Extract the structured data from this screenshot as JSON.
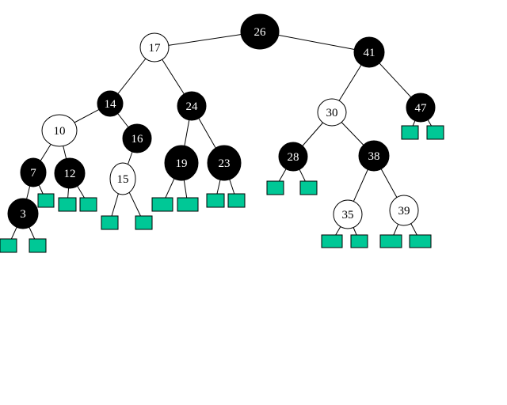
{
  "colors": {
    "black_node": "#000000",
    "red_node": "#ffffff",
    "nil_leaf": "#00c896",
    "edge": "#000000",
    "background": "#ffffff"
  },
  "nodes": [
    {
      "id": "n26",
      "key": "26",
      "color": "black"
    },
    {
      "id": "n17",
      "key": "17",
      "color": "red"
    },
    {
      "id": "n41",
      "key": "41",
      "color": "black"
    },
    {
      "id": "n14",
      "key": "14",
      "color": "black"
    },
    {
      "id": "n24",
      "key": "24",
      "color": "black"
    },
    {
      "id": "n30",
      "key": "30",
      "color": "red"
    },
    {
      "id": "n47",
      "key": "47",
      "color": "black"
    },
    {
      "id": "n10",
      "key": "10",
      "color": "red"
    },
    {
      "id": "n16",
      "key": "16",
      "color": "black"
    },
    {
      "id": "n19",
      "key": "19",
      "color": "black"
    },
    {
      "id": "n23",
      "key": "23",
      "color": "black"
    },
    {
      "id": "n28",
      "key": "28",
      "color": "black"
    },
    {
      "id": "n38",
      "key": "38",
      "color": "black"
    },
    {
      "id": "n7",
      "key": "7",
      "color": "black"
    },
    {
      "id": "n12",
      "key": "12",
      "color": "black"
    },
    {
      "id": "n15",
      "key": "15",
      "color": "red"
    },
    {
      "id": "n35",
      "key": "35",
      "color": "red"
    },
    {
      "id": "n39",
      "key": "39",
      "color": "red"
    },
    {
      "id": "n3",
      "key": "3",
      "color": "black"
    }
  ],
  "edges": [
    [
      "n26",
      "n17"
    ],
    [
      "n26",
      "n41"
    ],
    [
      "n17",
      "n14"
    ],
    [
      "n17",
      "n24"
    ],
    [
      "n41",
      "n30"
    ],
    [
      "n41",
      "n47"
    ],
    [
      "n14",
      "n10"
    ],
    [
      "n14",
      "n16"
    ],
    [
      "n24",
      "n19"
    ],
    [
      "n24",
      "n23"
    ],
    [
      "n30",
      "n28"
    ],
    [
      "n30",
      "n38"
    ],
    [
      "n10",
      "n7"
    ],
    [
      "n10",
      "n12"
    ],
    [
      "n16",
      "n15"
    ],
    [
      "n38",
      "n35"
    ],
    [
      "n38",
      "n39"
    ],
    [
      "n7",
      "n3"
    ],
    [
      "n3",
      "nilA"
    ],
    [
      "n3",
      "nilB"
    ],
    [
      "n7",
      "nilC"
    ],
    [
      "n12",
      "nilD"
    ],
    [
      "n12",
      "nilE"
    ],
    [
      "n15",
      "nilF"
    ],
    [
      "n15",
      "nilG"
    ],
    [
      "n19",
      "nilH"
    ],
    [
      "n19",
      "nilI"
    ],
    [
      "n23",
      "nilJ"
    ],
    [
      "n23",
      "nilK"
    ],
    [
      "n28",
      "nilL"
    ],
    [
      "n28",
      "nilM"
    ],
    [
      "n47",
      "nilN"
    ],
    [
      "n47",
      "nilO"
    ],
    [
      "n35",
      "nilP"
    ],
    [
      "n35",
      "nilQ"
    ],
    [
      "n39",
      "nilR"
    ],
    [
      "n39",
      "nilS"
    ]
  ],
  "nil_leaves": [
    "nilA",
    "nilB",
    "nilC",
    "nilD",
    "nilE",
    "nilF",
    "nilG",
    "nilH",
    "nilI",
    "nilJ",
    "nilK",
    "nilL",
    "nilM",
    "nilN",
    "nilO",
    "nilP",
    "nilQ",
    "nilR",
    "nilS"
  ]
}
